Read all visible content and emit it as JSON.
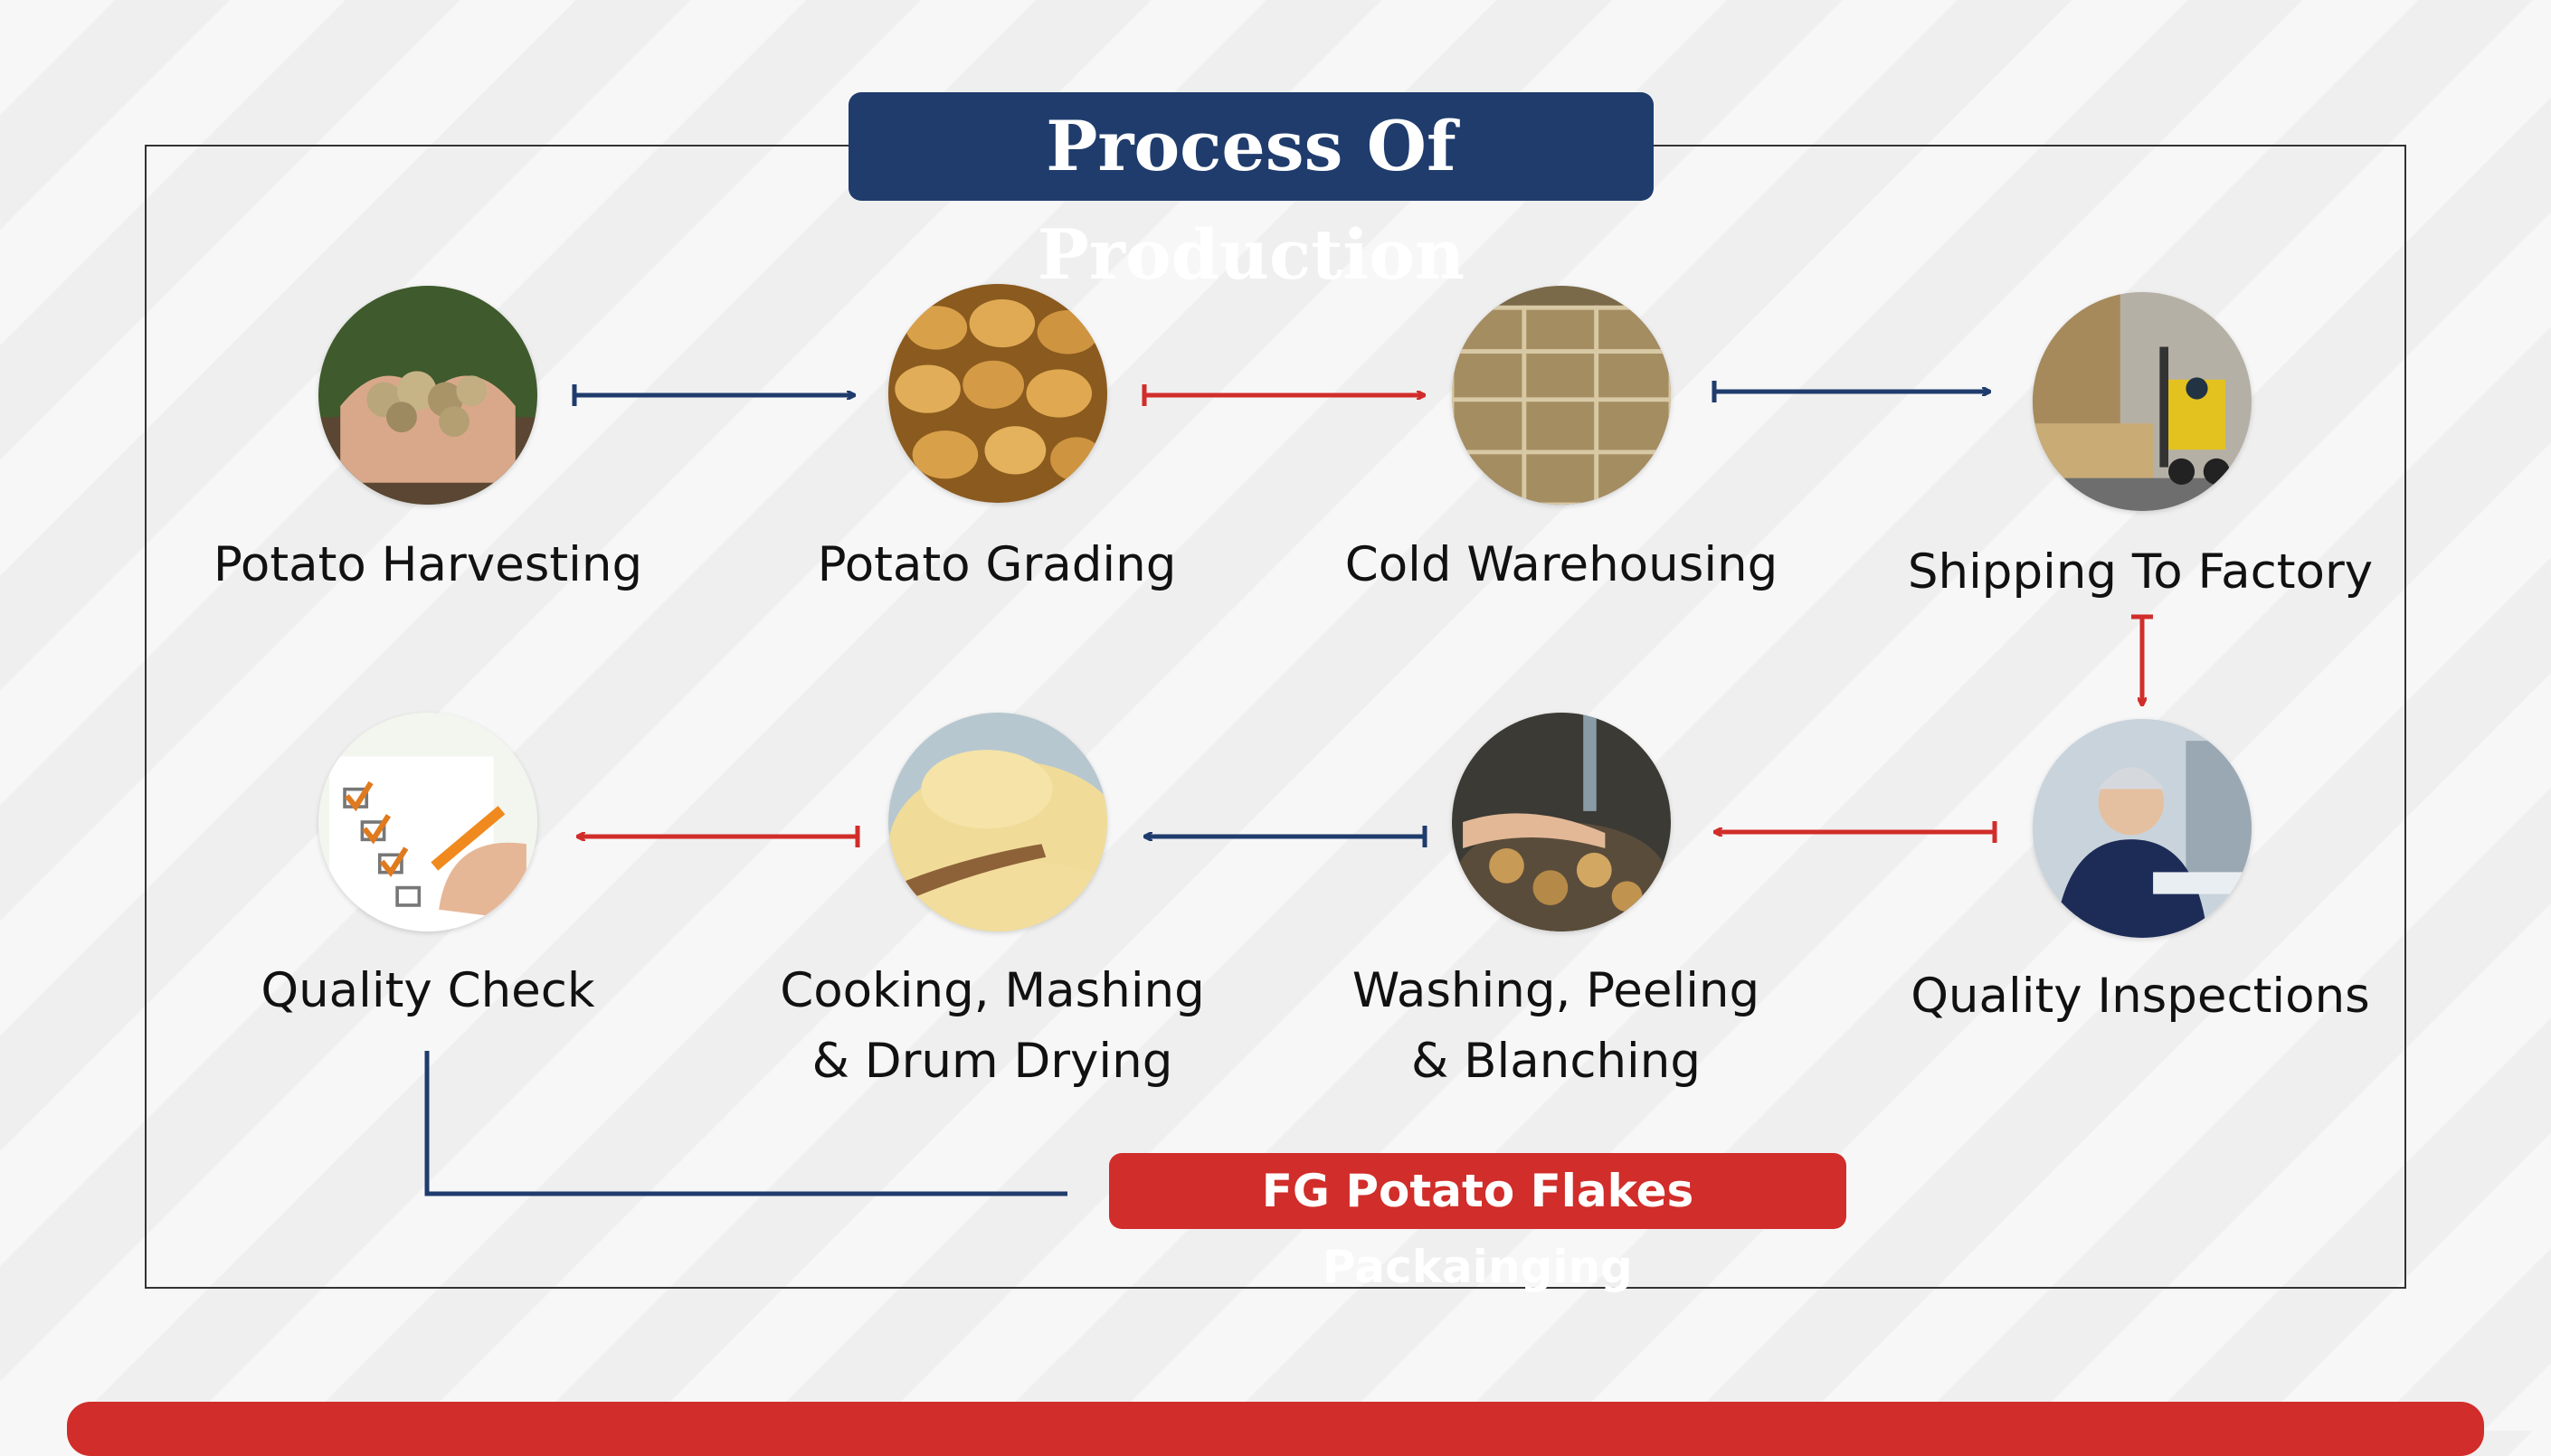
{
  "title": "Process Of  Production",
  "steps": [
    {
      "label": "Potato Harvesting",
      "icon": "harvest-hands-image"
    },
    {
      "label": "Potato Grading",
      "icon": "potatoes-image"
    },
    {
      "label": "Cold Warehousing",
      "icon": "warehouse-crates-image"
    },
    {
      "label": "Shipping To Factory",
      "icon": "forklift-image"
    },
    {
      "label": "Quality Inspections",
      "icon": "inspector-image"
    },
    {
      "label": "Washing, Peeling\n& Blanching",
      "icon": "washing-image"
    },
    {
      "label": "Cooking, Mashing\n& Drum Drying",
      "icon": "mashed-potato-image"
    },
    {
      "label": "Quality Check",
      "icon": "checklist-image"
    }
  ],
  "final_step": "FG Potato Flakes Packainging",
  "colors": {
    "navy": "#1f3c6d",
    "red": "#d12d2a"
  }
}
